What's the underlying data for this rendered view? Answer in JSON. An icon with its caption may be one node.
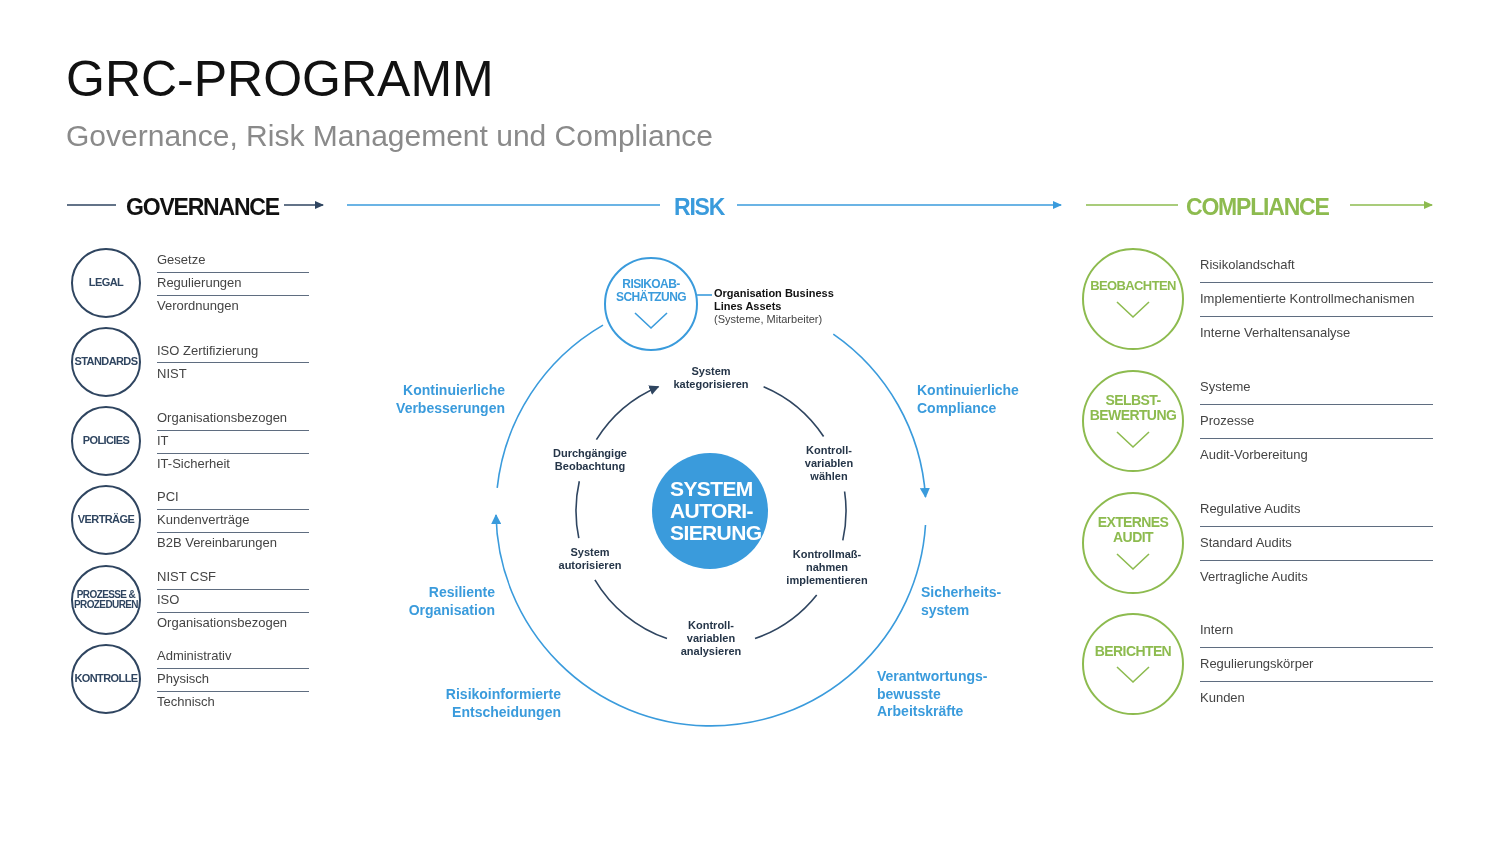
{
  "diagram": {
    "title": "GRC-PROGRAMM",
    "nodes": [
      {
        "text": [
          "LEGAL"
        ],
        "beside": [
          "Gesetze",
          "Regulierungen",
          "Verordnungen"
        ]
      },
      {
        "text": [
          "STANDARDS"
        ],
        "beside": [
          "ISO Zertifizierung",
          "NIST"
        ]
      },
      {
        "text": [
          "POLICIES"
        ],
        "beside": [
          "Organisationsbezogen",
          "IT",
          "IT-Sicherheit"
        ]
      },
      {
        "text": [
          "VERTRÄGE"
        ],
        "beside": [
          "PCI",
          "Kundenverträge",
          "B2B Vereinbarungen"
        ]
      },
      {
        "text": [
          "PROZESSE & PROZEDUREN"
        ],
        "beside": [
          "NIST CSF",
          "ISO",
          "Organisationsbezogen"
        ]
      },
      {
        "text": [
          "KONTROLLE"
        ],
        "beside": [
          "Administrativ",
          "Physisch",
          "Technisch"
        ]
      },
      {
        "text": [
          "RISIKOAB- SCHÄTZUNG"
        ]
      },
      {
        "text": [
          "Organisation Business Lines Assets",
          "(Systeme, Mitarbeiter)"
        ]
      },
      {
        "text": [
          "System kategorisieren"
        ]
      },
      {
        "text": [
          "Kontroll- variablen wählen"
        ]
      },
      {
        "text": [
          "Kontrollmaß- nahmen implementieren"
        ]
      },
      {
        "text": [
          "Kontroll- variablen analysieren"
        ]
      },
      {
        "text": [
          "System autorisieren"
        ]
      },
      {
        "text": [
          "Durchgängige Beobachtung"
        ]
      },
      {
        "text": [
          "SYSTEM AUTORI- SIERUNG"
        ]
      },
      {
        "text": [
          "BEOBACHTEN"
        ],
        "beside": [
          "Risikolandschaft",
          "Implementierte Kontrollmechanismen",
          "Interne Verhaltensanalyse"
        ]
      },
      {
        "text": [
          "SELBST- BEWERTUNG"
        ],
        "beside": [
          "Systeme",
          "Prozesse",
          "Audit-Vorbereitung"
        ]
      },
      {
        "text": [
          "EXTERNES AUDIT"
        ],
        "beside": [
          "Regulative Audits",
          "Standard Audits",
          "Vertragliche Audits"
        ]
      },
      {
        "text": [
          "BERICHTEN"
        ],
        "beside": [
          "Intern",
          "Regulierungskörper",
          "Kunden"
        ]
      }
    ],
    "edges": [
      {
        "from": 6,
        "to": 7,
        "arrow": "none",
        "color": "#3a9bdc"
      },
      {
        "from": 13,
        "to": 8,
        "arrow": "to"
      },
      {
        "from": 8,
        "to": 9,
        "arrow": "none"
      },
      {
        "from": 9,
        "to": 10,
        "arrow": "none"
      },
      {
        "from": 10,
        "to": 11,
        "arrow": "none"
      },
      {
        "from": 11,
        "to": 12,
        "arrow": "none"
      },
      {
        "from": 12,
        "to": 13,
        "arrow": "none"
      },
      {
        "from": 7,
        "to": null,
        "arrow": "to",
        "color": "#3a9bdc"
      },
      {
        "from": null,
        "to": 6,
        "arrow": "none",
        "color": "#3a9bdc"
      }
    ],
    "labels": [
      "Governance, Risk Management und Compliance",
      "GOVERNANCE",
      "RISK",
      "COMPLIANCE",
      "Kontinuierliche Verbesserungen",
      "Kontinuierliche Compliance",
      "Resiliente Organisation",
      "Sicherheits- system",
      "Risikoinformierte Entscheidungen",
      "Verantwortungs- bewusste Arbeitskräfte"
    ]
  }
}
